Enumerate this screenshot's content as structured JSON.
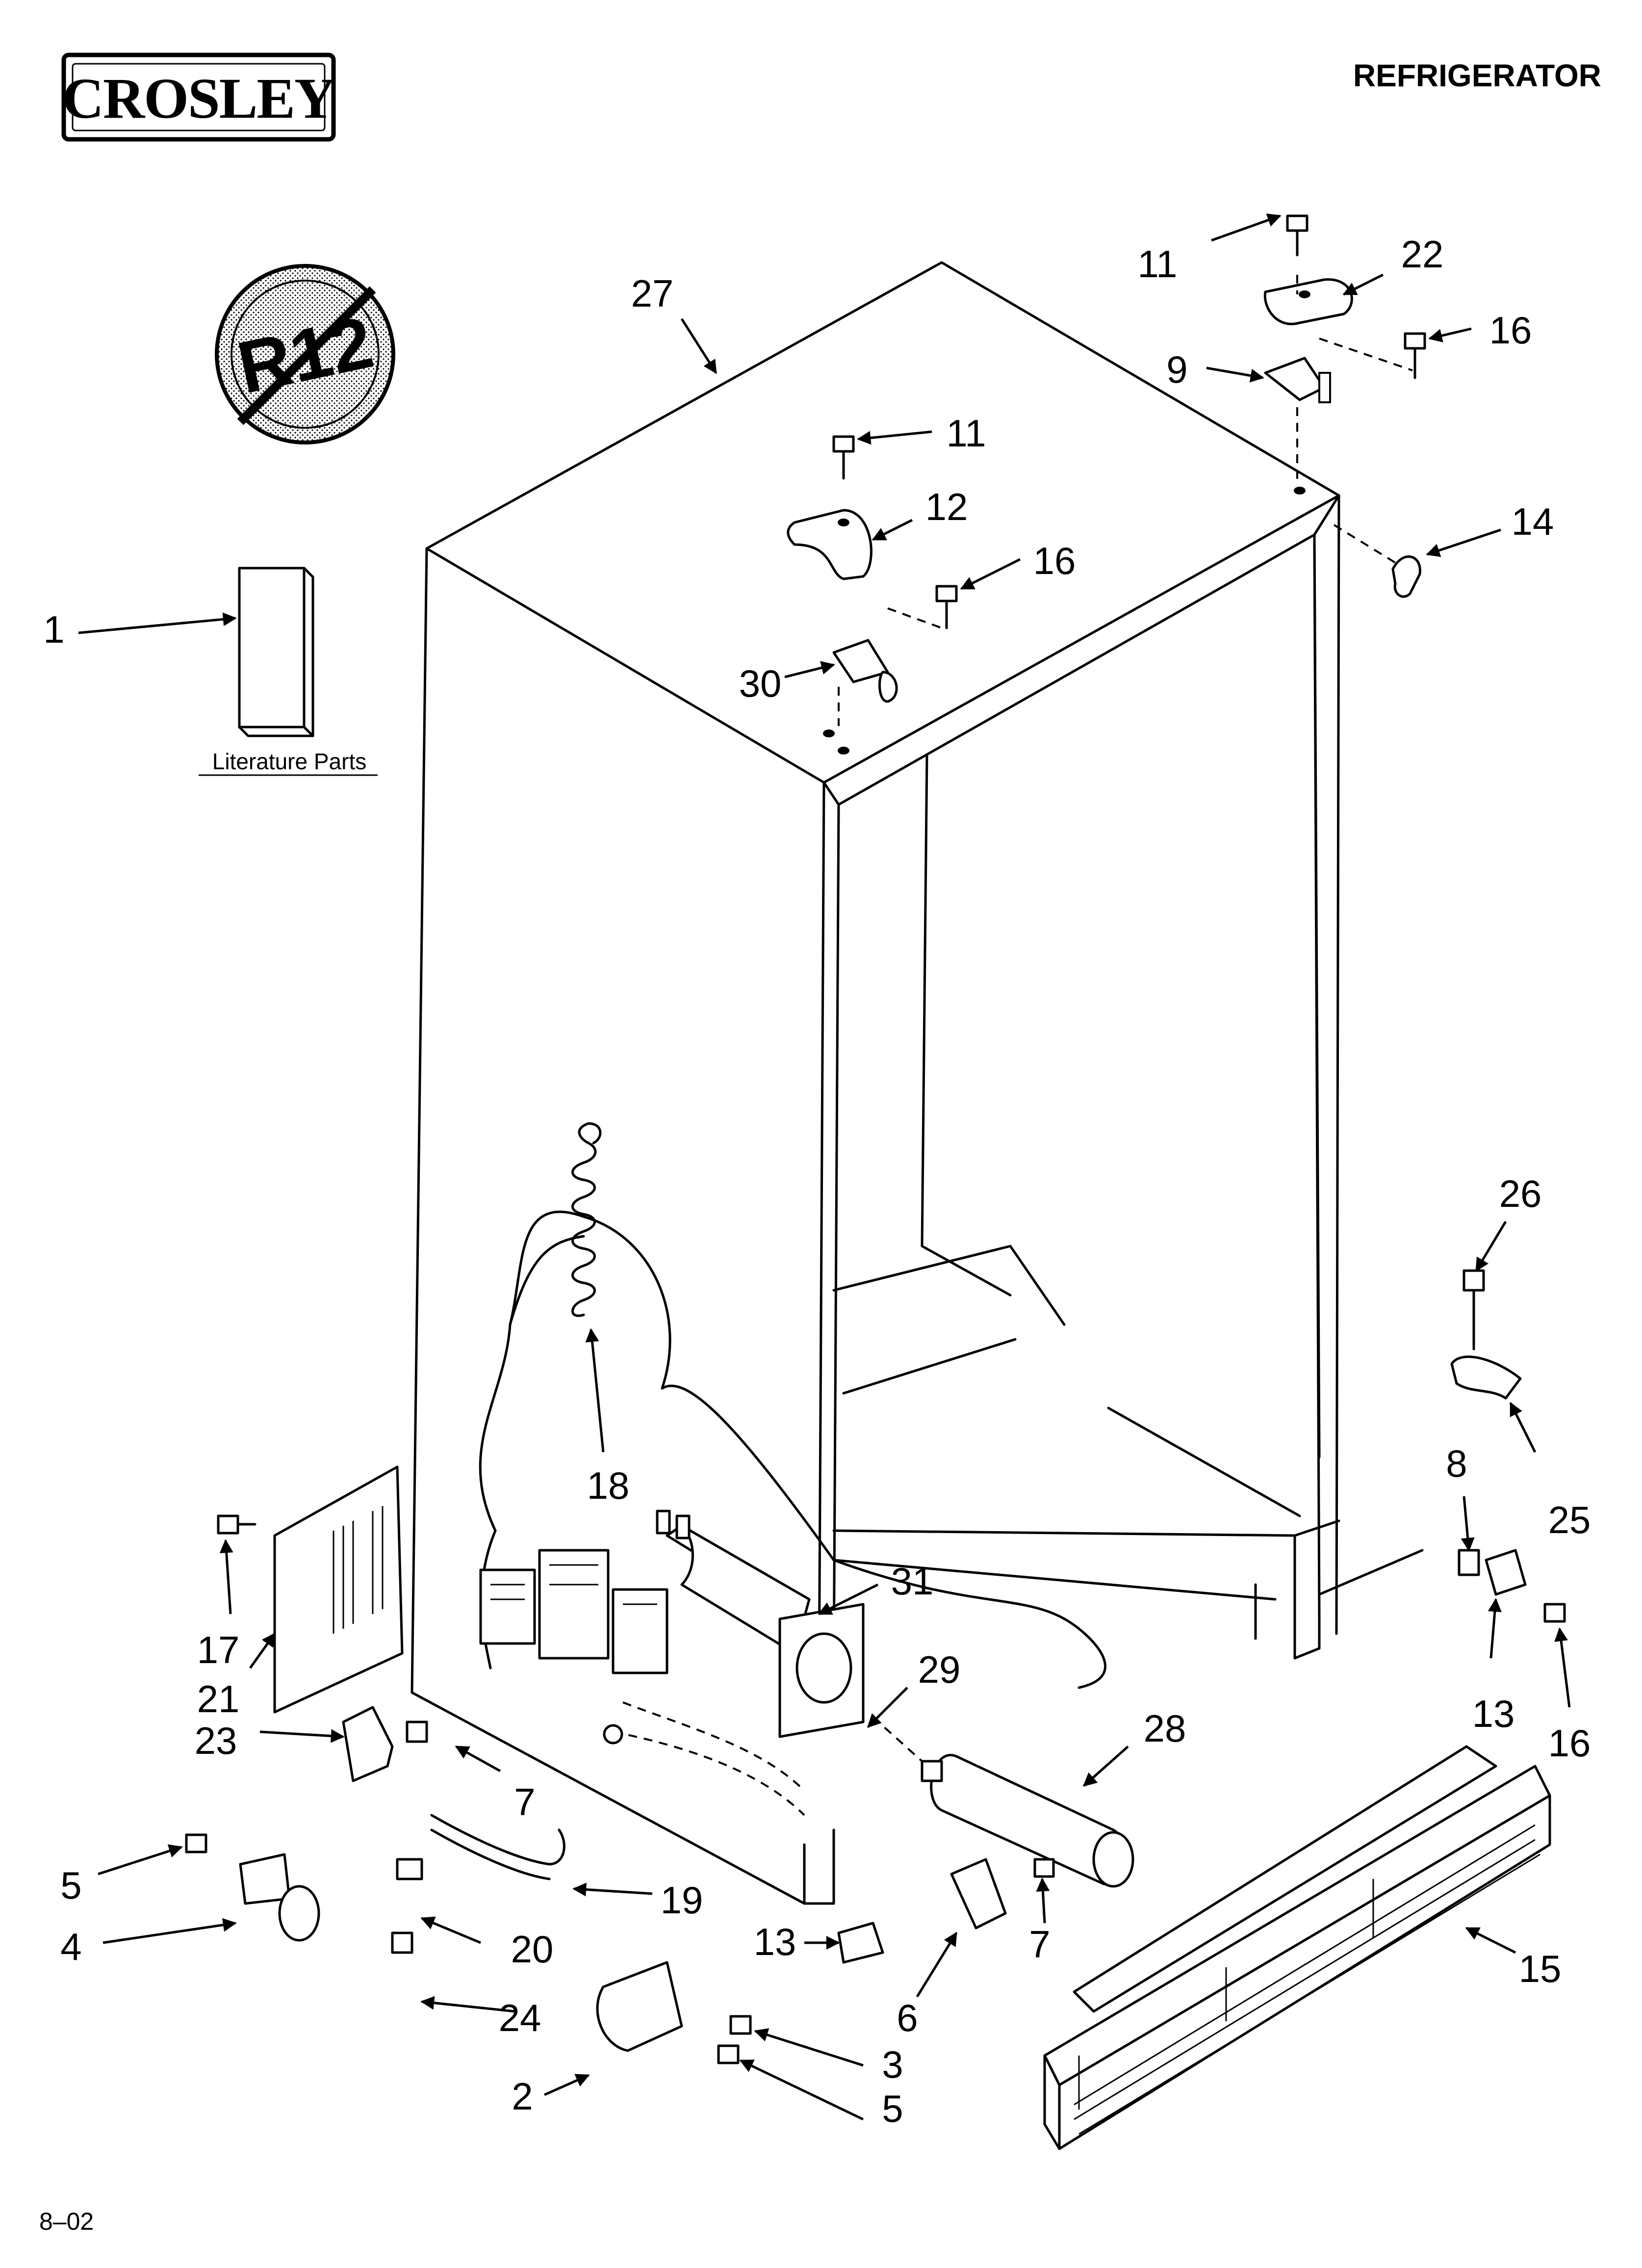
{
  "header": {
    "brand": "CROSLEY",
    "title": "REFRIGERATOR"
  },
  "badge": {
    "text": "R12",
    "meaning": "no-R12-refrigerant"
  },
  "literature": {
    "label": "Literature Parts"
  },
  "footer": {
    "code": "8–02"
  },
  "callouts": {
    "c1": "1",
    "c2": "2",
    "c3": "3",
    "c4": "4",
    "c5a": "5",
    "c5b": "5",
    "c6": "6",
    "c7a": "7",
    "c7b": "7",
    "c8": "8",
    "c9": "9",
    "c11a": "11",
    "c11b": "11",
    "c12": "12",
    "c13a": "13",
    "c13b": "13",
    "c14": "14",
    "c15": "15",
    "c16a": "16",
    "c16b": "16",
    "c16c": "16",
    "c17": "17",
    "c18": "18",
    "c19": "19",
    "c20": "20",
    "c21": "21",
    "c22": "22",
    "c23": "23",
    "c24": "24",
    "c25": "25",
    "c26": "26",
    "c27": "27",
    "c28": "28",
    "c29": "29",
    "c30": "30",
    "c31": "31"
  }
}
